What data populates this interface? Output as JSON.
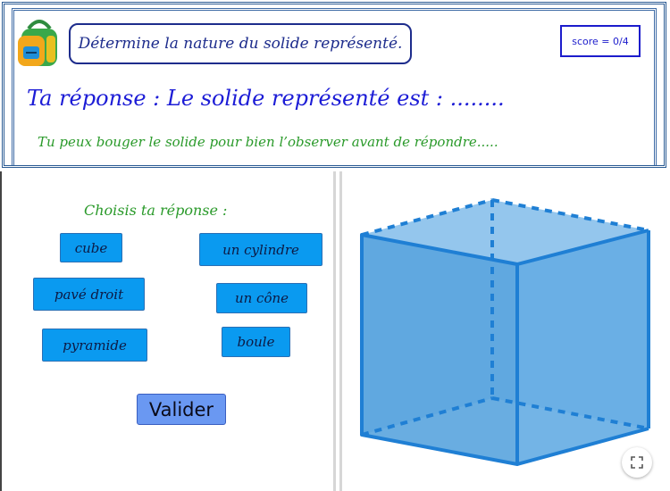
{
  "header": {
    "question": "Détermine la nature du solide représenté.",
    "score": "score = 0/4",
    "answer_line": "Ta réponse : Le solide représenté est : ........",
    "hint": "Tu peux bouger le solide pour bien l’observer avant de répondre....."
  },
  "choices": {
    "label": "Choisis ta réponse :",
    "items": [
      "cube",
      "un cylindre",
      "pavé droit",
      "un cône",
      "pyramide",
      "boule"
    ]
  },
  "actions": {
    "submit_label": "Valider"
  },
  "icons": {
    "backpack": "backpack-icon",
    "fullscreen": "fullscreen-icon"
  },
  "colors": {
    "button_blue": "#0a9af0",
    "submit_blue": "#6a98f2",
    "cube_face": "#4f9fdc",
    "cube_edge": "#1f7fd4",
    "title_blue": "#1c1cd6",
    "hint_green": "#2a9a2a"
  }
}
